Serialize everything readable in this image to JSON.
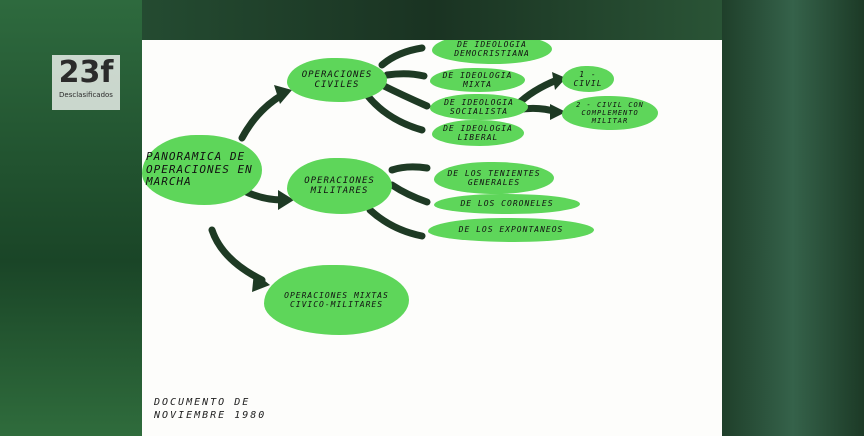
{
  "logo": {
    "number": "23f",
    "subtitle": "Desclasificados"
  },
  "diagram": {
    "root": "PANORAMICA DE OPERACIONES EN MARCHA",
    "civiles": "OPERACIONES CIVILES",
    "militares": "OPERACIONES MILITARES",
    "mixtas": "OPERACIONES MIXTAS CIVICO-MILITARES",
    "civ_children": [
      "DE IDEOLOGIA DEMOCRISTIANA",
      "DE IDEOLOGIA MIXTA",
      "DE IDEOLOGIA SOCIALISTA",
      "DE IDEOLOGIA LIBERAL"
    ],
    "mil_children": [
      "DE LOS TENIENTES GENERALES",
      "DE LOS CORONELES",
      "DE LOS EXPONTANEOS"
    ],
    "soc_children": [
      "1 - CIVIL",
      "2 - CIVIL CON COMPLEMENTO MILITAR"
    ]
  },
  "footer": {
    "line1": "DOCUMENTO DE",
    "line2": "NOVIEMBRE 1980"
  }
}
